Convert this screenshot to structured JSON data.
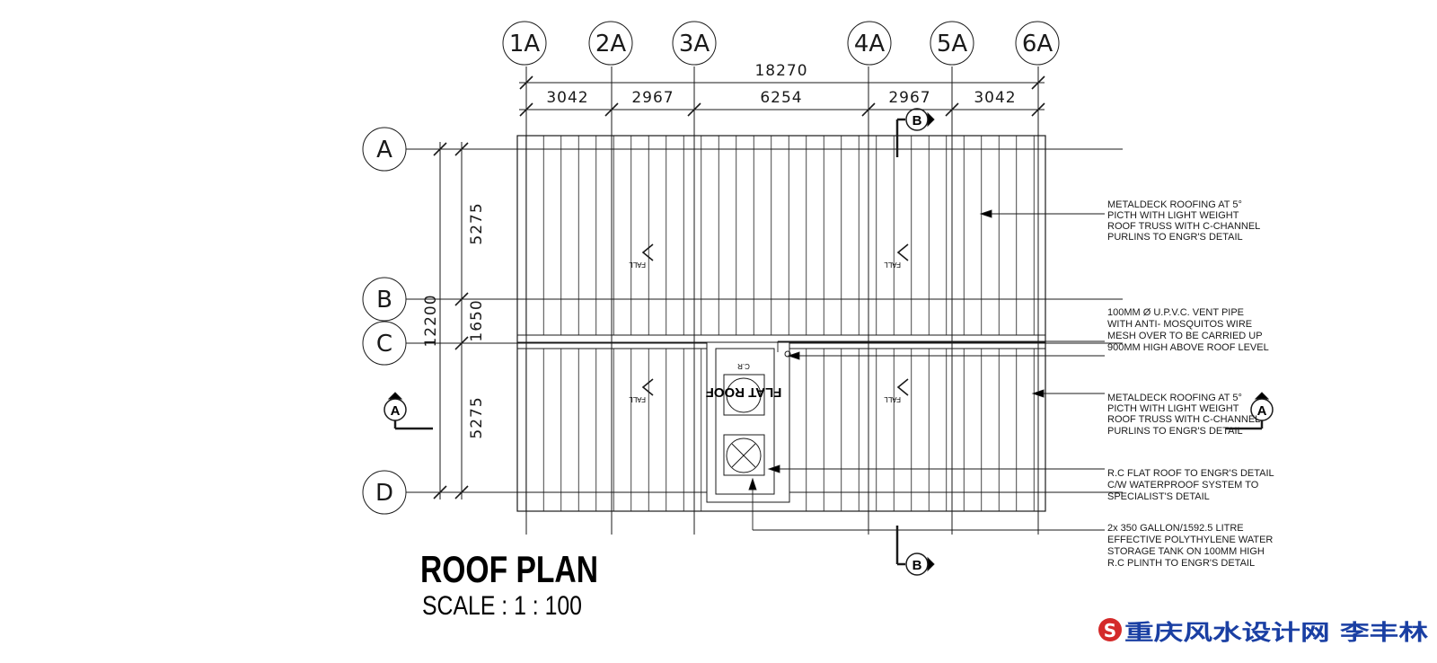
{
  "grid_cols": [
    "1A",
    "2A",
    "3A",
    "4A",
    "5A",
    "6A"
  ],
  "grid_rows": [
    "A",
    "B",
    "C",
    "D"
  ],
  "dims_top_total": "18270",
  "dims_top": [
    "3042",
    "2967",
    "6254",
    "2967",
    "3042"
  ],
  "dims_left_total": "12200",
  "dims_left": [
    "5275",
    "1650",
    "5275"
  ],
  "section_a": "A",
  "section_b": "B",
  "fall_label": "FALL",
  "flat_roof_label": "FLAT ROOF",
  "cr_label": "C.R",
  "notes": {
    "metaldeck_1": [
      "METALDECK ROOFING AT 5°",
      "PICTH WITH LIGHT WEIGHT",
      "ROOF TRUSS WITH C-CHANNEL",
      "PURLINS TO ENGR'S DETAIL"
    ],
    "vent_pipe": [
      "100MM Ø U.P.V.C. VENT PIPE",
      "WITH ANTI- MOSQUITOS WIRE",
      "MESH OVER TO BE CARRIED UP",
      "900MM HIGH ABOVE ROOF LEVEL"
    ],
    "metaldeck_2": [
      "METALDECK ROOFING AT 5°",
      "PICTH WITH LIGHT WEIGHT",
      "ROOF TRUSS WITH C-CHANNEL",
      "PURLINS TO ENGR'S DETAIL"
    ],
    "rc_flat": [
      "R.C FLAT ROOF TO ENGR'S DETAIL",
      "C/W WATERPROOF SYSTEM TO",
      "SPECIALIST'S DETAIL"
    ],
    "water_tank": [
      "2x 350 GALLON/1592.5 LITRE",
      "EFFECTIVE POLYTHYLENE WATER",
      "STORAGE TANK ON 100MM HIGH",
      "R.C PLINTH TO ENGR'S DETAIL"
    ]
  },
  "title": "ROOF PLAN",
  "scale": "SCALE : 1 : 100",
  "watermark": "重庆风水设计网 李丰林",
  "colors": {
    "line": "#1a1a1a",
    "watermark": "#1a3fa3",
    "watermark_red": "#d42a2a"
  }
}
